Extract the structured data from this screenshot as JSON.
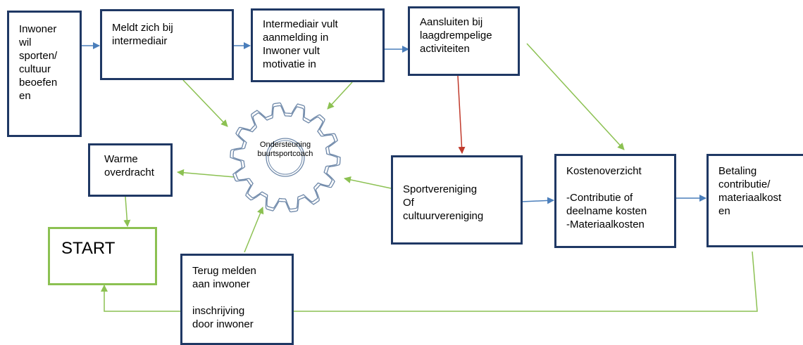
{
  "boxes": {
    "inwoner": "Inwoner\nwil\nsporten/\ncultuur\nbeoefen\nen",
    "meldt": "Meldt zich bij\nintermediair",
    "intermediair": "Intermediair vult\naanmelding in\nInwoner vult\nmotivatie in",
    "aansluiten": "Aansluiten bij\nlaagdrempelige\nactiviteiten",
    "warme": "Warme\noverdracht",
    "start": "START",
    "sportvereniging": "Sportvereniging\nOf\ncultuurvereniging",
    "kosten": "Kostenoverzicht\n\n-Contributie of\ndeelname kosten\n-Materiaalkosten",
    "betaling": "Betaling\ncontributie/\nmateriaalkost\nen",
    "terug": "Terug melden\naan inwoner\n\ninschrijving\ndoor inwoner"
  },
  "gear": {
    "label": "Ondersteuning\nbuurtsportcoach"
  },
  "colors": {
    "box_border": "#1f3864",
    "start_border": "#8cc152",
    "blue_arrow": "#4a7ebb",
    "green_arrow": "#8cc152",
    "red_arrow": "#c0392b"
  }
}
